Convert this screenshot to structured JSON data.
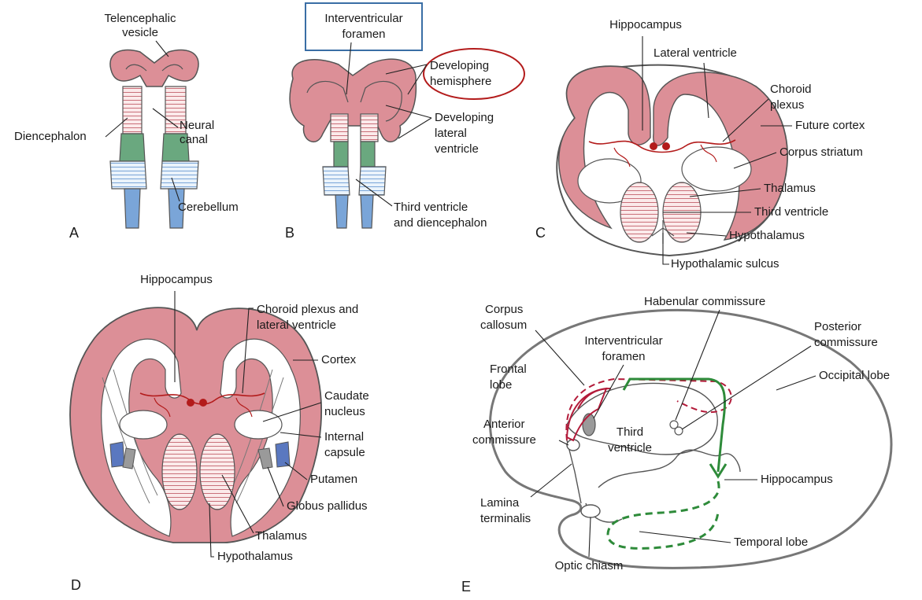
{
  "panels": {
    "A": {
      "letter": "A",
      "labels": {
        "telencephalic_vesicle_l1": "Telencephalic",
        "telencephalic_vesicle_l2": "vesicle",
        "diencephalon": "Diencephalon",
        "neural_canal_l1": "Neural",
        "neural_canal_l2": "canal",
        "cerebellum": "Cerebellum"
      }
    },
    "B": {
      "letter": "B",
      "labels": {
        "interventricular_foramen_l1": "Interventricular",
        "interventricular_foramen_l2": "foramen",
        "developing_hemisphere_l1": "Developing",
        "developing_hemisphere_l2": "hemisphere",
        "developing_lateral_ventricle_l1": "Developing",
        "developing_lateral_ventricle_l2": "lateral",
        "developing_lateral_ventricle_l3": "ventricle",
        "third_ventricle_l1": "Third ventricle",
        "third_ventricle_l2": "and diencephalon"
      },
      "highlight_colors": {
        "box": "#3a6ea5",
        "ellipse": "#b31b1b"
      }
    },
    "C": {
      "letter": "C",
      "labels": {
        "hippocampus": "Hippocampus",
        "lateral_ventricle": "Lateral ventricle",
        "choroid_plexus_l1": "Choroid",
        "choroid_plexus_l2": "plexus",
        "future_cortex": "Future cortex",
        "corpus_striatum": "Corpus striatum",
        "thalamus": "Thalamus",
        "third_ventricle": "Third ventricle",
        "hypothalamus": "Hypothalamus",
        "hypothalamic_sulcus": "Hypothalamic sulcus"
      }
    },
    "D": {
      "letter": "D",
      "labels": {
        "hippocampus": "Hippocampus",
        "choroid_plexus_l1": "Choroid plexus and",
        "choroid_plexus_l2": "lateral ventricle",
        "cortex": "Cortex",
        "caudate_l1": "Caudate",
        "caudate_l2": "nucleus",
        "internal_capsule_l1": "Internal",
        "internal_capsule_l2": "capsule",
        "putamen": "Putamen",
        "globus_pallidus": "Globus pallidus",
        "thalamus": "Thalamus",
        "hypothalamus": "Hypothalamus"
      }
    },
    "E": {
      "letter": "E",
      "labels": {
        "corpus_callosum_l1": "Corpus",
        "corpus_callosum_l2": "callosum",
        "habenular_commissure": "Habenular commissure",
        "interventricular_foramen_l1": "Interventricular",
        "interventricular_foramen_l2": "foramen",
        "posterior_commissure_l1": "Posterior",
        "posterior_commissure_l2": "commissure",
        "frontal_lobe_l1": "Frontal",
        "frontal_lobe_l2": "lobe",
        "occipital_lobe": "Occipital lobe",
        "anterior_commissure_l1": "Anterior",
        "anterior_commissure_l2": "commissure",
        "third_ventricle_l1": "Third",
        "third_ventricle_l2": "ventricle",
        "hippocampus": "Hippocampus",
        "lamina_terminalis_l1": "Lamina",
        "lamina_terminalis_l2": "terminalis",
        "temporal_lobe": "Temporal lobe",
        "optic_chiasm": "Optic chiasm"
      }
    }
  },
  "colors": {
    "telencephalon": "#dc8f97",
    "diencephalon": "#f6dcdc",
    "mesencephalon": "#6aa87f",
    "metencephalon": "#d6e6f4",
    "spinal": "#7aa5d8",
    "choroid": "#b31b1b",
    "globus_pallidus": "#9a9a9a",
    "putamen": "#5a78c0",
    "corpus_callosum_arrow": "#b31b3a",
    "hippocampus_arrow": "#2e8b3a"
  }
}
